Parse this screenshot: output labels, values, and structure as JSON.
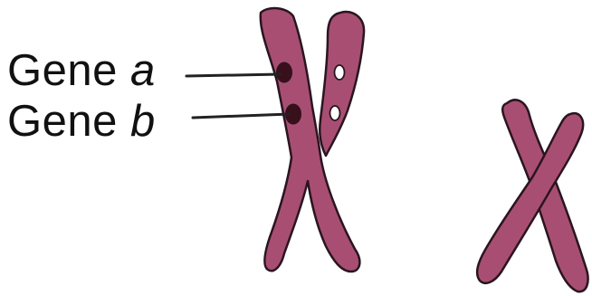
{
  "labels": [
    {
      "word": "Gene",
      "allele": "a"
    },
    {
      "word": "Gene",
      "allele": "b"
    }
  ],
  "colors": {
    "chromatid_fill": "#a94e73",
    "chromatid_outline": "#2a1520",
    "gene_band": "#3a0f1c",
    "empty_locus": "#ffffff",
    "leader_line": "#222222",
    "text": "#111111"
  },
  "chromosomes": [
    {
      "name": "duplicated-chromosome",
      "loci_filled": 2,
      "loci_empty": 2
    },
    {
      "name": "second-chromosome",
      "loci_filled": 0,
      "loci_empty": 0
    }
  ]
}
